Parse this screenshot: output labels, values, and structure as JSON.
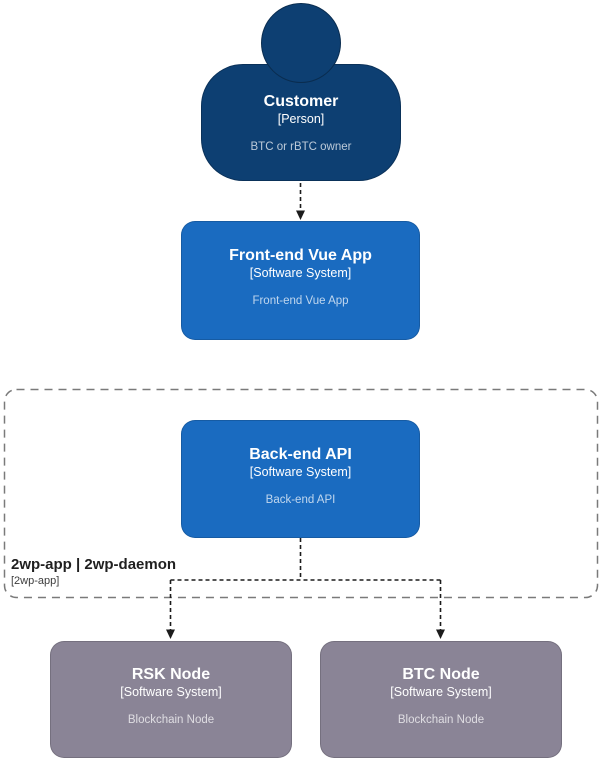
{
  "diagram": {
    "boundary": {
      "title": "2wp-app | 2wp-daemon",
      "meta": "[2wp-app]"
    },
    "nodes": {
      "customer": {
        "title": "Customer",
        "meta": "[Person]",
        "description": "BTC or rBTC owner"
      },
      "frontend": {
        "title": "Front-end Vue App",
        "meta": "[Software System]",
        "description": "Front-end Vue App"
      },
      "backend": {
        "title": "Back-end API",
        "meta": "[Software System]",
        "description": "Back-end API"
      },
      "rsk_node": {
        "title": "RSK Node",
        "meta": "[Software System]",
        "description": "Blockchain Node"
      },
      "btc_node": {
        "title": "BTC Node",
        "meta": "[Software System]",
        "description": "Blockchain Node"
      }
    },
    "edges": [
      {
        "from": "Customer",
        "to": "Front-end Vue App",
        "style": "dashed-arrow"
      },
      {
        "from": "Back-end API",
        "to": "RSK Node",
        "style": "dashed-arrow"
      },
      {
        "from": "Back-end API",
        "to": "BTC Node",
        "style": "dashed-arrow"
      }
    ]
  },
  "colors": {
    "person-fill": "#0d3f72",
    "system-fill": "#1a6bc0",
    "node-gray-fill": "#8a8496",
    "boundary-stroke": "#7a7a7a",
    "connector": "#1c1c1c",
    "background": "#ffffff"
  }
}
